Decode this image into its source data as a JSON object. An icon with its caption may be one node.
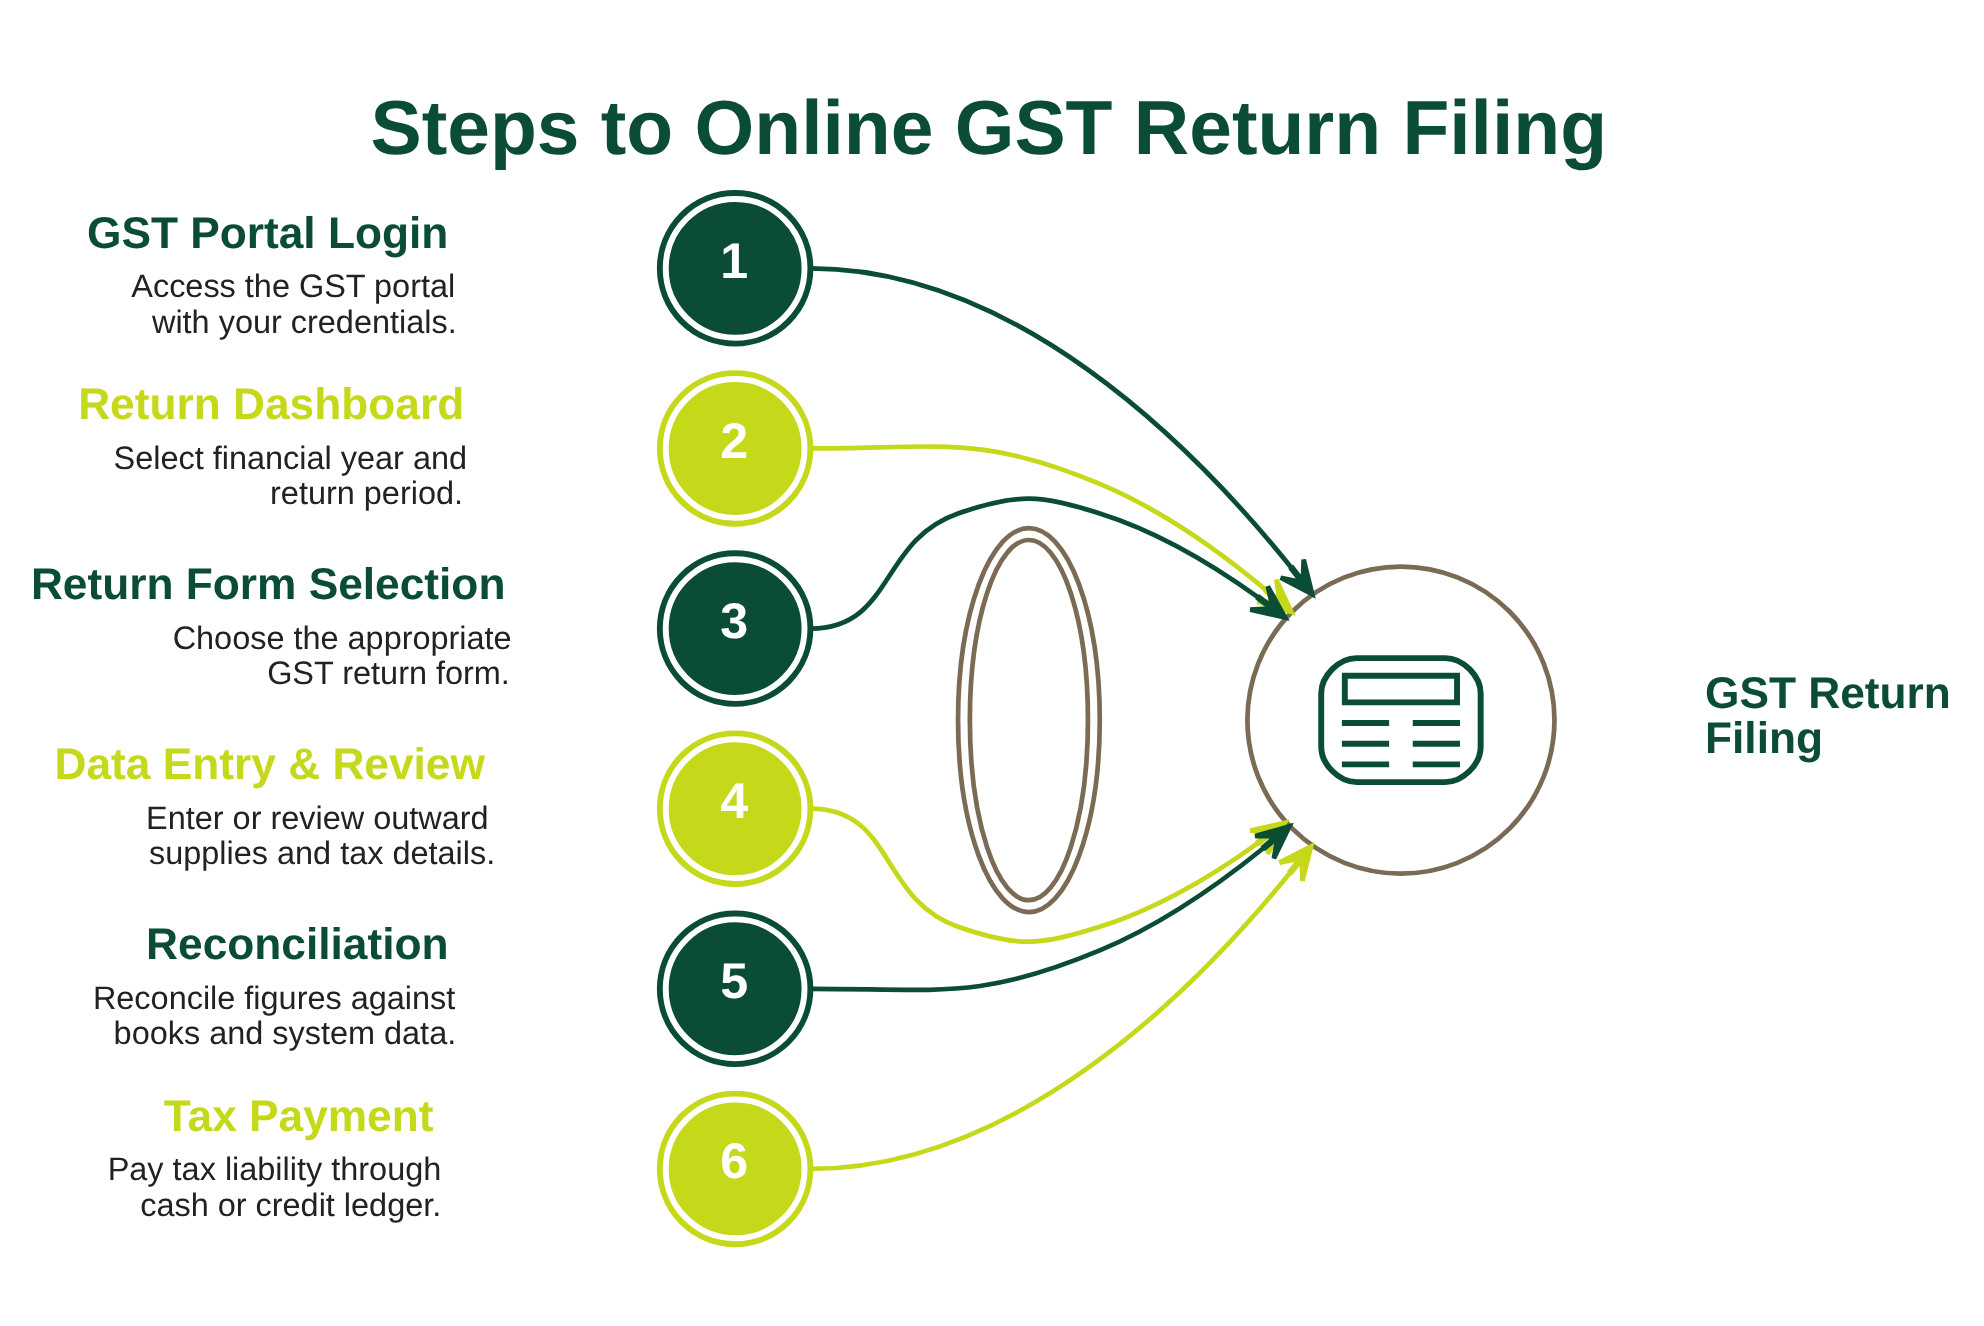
{
  "diagram": {
    "title": "Steps to Online GST Return Filing",
    "nodes": [
      {
        "text": [
          "1"
        ],
        "beside": [
          "GST Portal Login",
          "Access the GST portal with your credentials."
        ]
      },
      {
        "text": [
          "2"
        ],
        "beside": [
          "Return Dashboard",
          "Select financial year and return period."
        ]
      },
      {
        "text": [
          "3"
        ],
        "beside": [
          "Return Form Selection",
          "Choose the appropriate GST return form."
        ]
      },
      {
        "text": [
          "4"
        ],
        "beside": [
          "Data Entry & Review",
          "Enter or review outward supplies and tax details."
        ]
      },
      {
        "text": [
          "5"
        ],
        "beside": [
          "Reconciliation",
          "Reconcile figures against books and system data."
        ]
      },
      {
        "text": [
          "6"
        ],
        "beside": [
          "Tax Payment",
          "Pay tax liability through cash or credit ledger."
        ]
      },
      {
        "text": [],
        "shape": "disc"
      },
      {
        "text": [],
        "shape": "circle",
        "beside": [
          "GST Return Filing"
        ]
      }
    ],
    "edges": [
      {
        "from": 0,
        "to": 7,
        "arrow": "to",
        "color": "#0b4d34"
      },
      {
        "from": 1,
        "to": 7,
        "arrow": "to",
        "color": "#c5d81a"
      },
      {
        "from": 2,
        "to": 7,
        "arrow": "to",
        "color": "#0b4d34"
      },
      {
        "from": 3,
        "to": 7,
        "arrow": "to",
        "color": "#c5d81a"
      },
      {
        "from": 4,
        "to": 7,
        "arrow": "to",
        "color": "#0b4d34"
      },
      {
        "from": 5,
        "to": 7,
        "arrow": "to",
        "color": "#c5d81a"
      }
    ]
  }
}
